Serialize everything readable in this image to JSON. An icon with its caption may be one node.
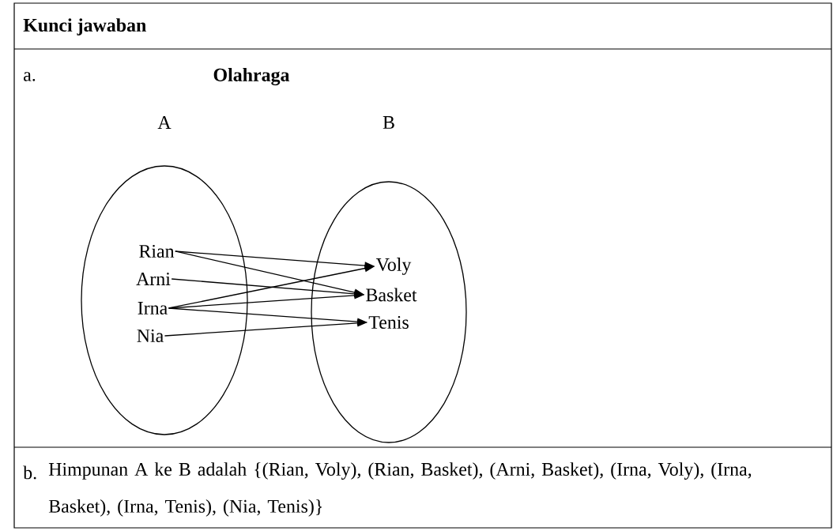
{
  "diagram": {
    "title": "Olahraga",
    "nodes": [
      {
        "text": [
          "A"
        ]
      },
      {
        "text": [
          "B"
        ]
      },
      {
        "text": [
          "Rian"
        ],
        "in": 0
      },
      {
        "text": [
          "Arni"
        ],
        "in": 0
      },
      {
        "text": [
          "Irna"
        ],
        "in": 0
      },
      {
        "text": [
          "Nia"
        ],
        "in": 0
      },
      {
        "text": [
          "Voly"
        ],
        "in": 1
      },
      {
        "text": [
          "Basket"
        ],
        "in": 1
      },
      {
        "text": [
          "Tenis"
        ],
        "in": 1
      }
    ],
    "edges": [
      {
        "from": 2,
        "to": 6,
        "arrow": "to"
      },
      {
        "from": 2,
        "to": 7,
        "arrow": "to"
      },
      {
        "from": 3,
        "to": 7,
        "arrow": "to"
      },
      {
        "from": 4,
        "to": 6,
        "arrow": "to"
      },
      {
        "from": 4,
        "to": 7,
        "arrow": "to"
      },
      {
        "from": 4,
        "to": 8,
        "arrow": "to"
      },
      {
        "from": 5,
        "to": 8,
        "arrow": "to"
      }
    ],
    "labels": [
      "Kunci jawaban",
      "a.",
      "b.",
      "Himpunan A ke B adalah {(Rian, Voly), (Rian, Basket), (Arni, Basket), (Irna, Voly), (Irna, Basket), (Irna, Tenis), (Nia, Tenis)}"
    ]
  }
}
